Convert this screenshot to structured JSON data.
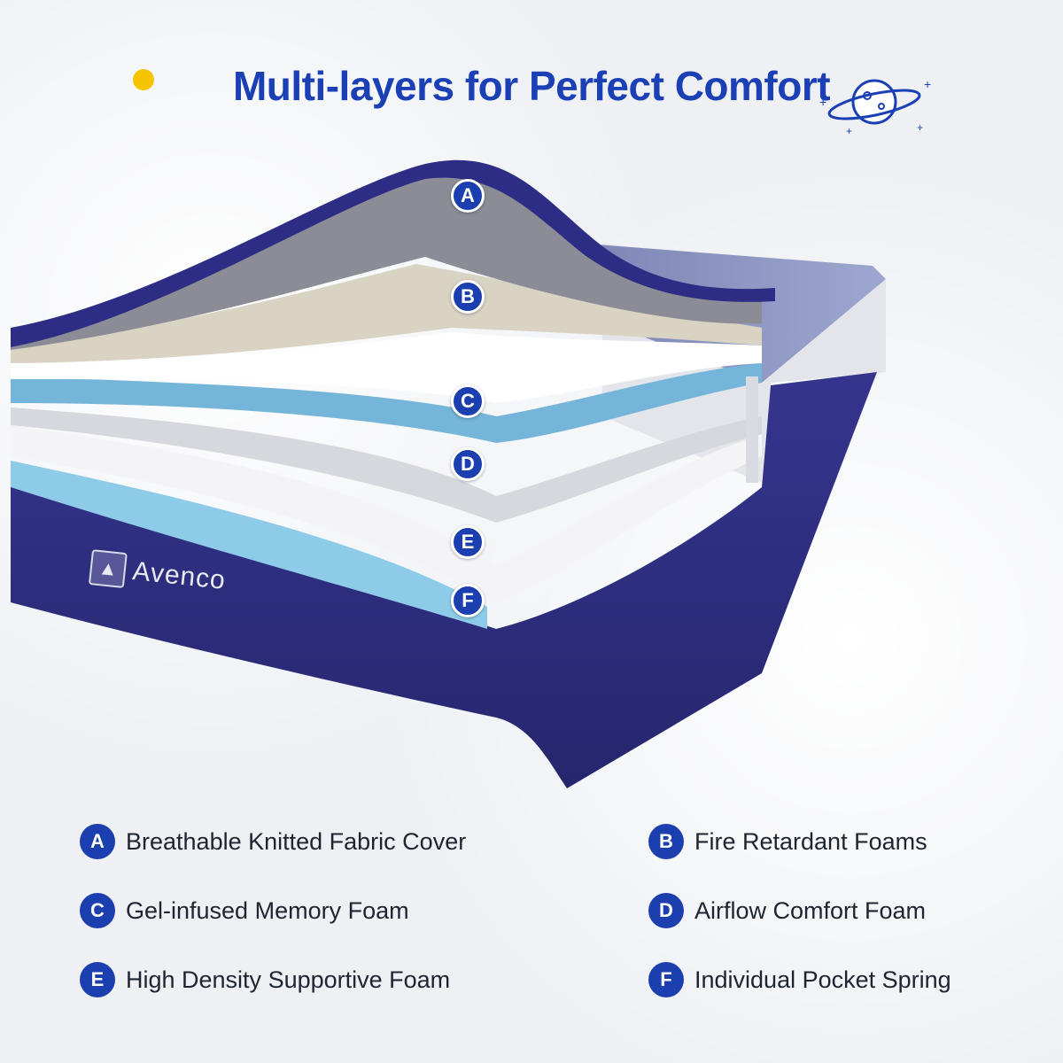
{
  "title": "Multi-layers for Perfect Comfort",
  "brand": "Avenco",
  "badges": [
    "A",
    "B",
    "C",
    "D",
    "E",
    "F"
  ],
  "legend": [
    {
      "letter": "A",
      "label": "Breathable Knitted Fabric Cover"
    },
    {
      "letter": "B",
      "label": "Fire Retardant Foams"
    },
    {
      "letter": "C",
      "label": "Gel-infused Memory Foam"
    },
    {
      "letter": "D",
      "label": "Airflow Comfort Foam"
    },
    {
      "letter": "E",
      "label": "High Density Supportive Foam"
    },
    {
      "letter": "F",
      "label": "Individual Pocket Spring"
    }
  ],
  "colors": {
    "accent": "#1c3fb0",
    "title": "#1b3fb5",
    "mattress": "#2f2f8c",
    "sun": "#f5c400"
  },
  "icons": [
    "sun-icon",
    "planet-icon",
    "avenco-logo-icon"
  ]
}
